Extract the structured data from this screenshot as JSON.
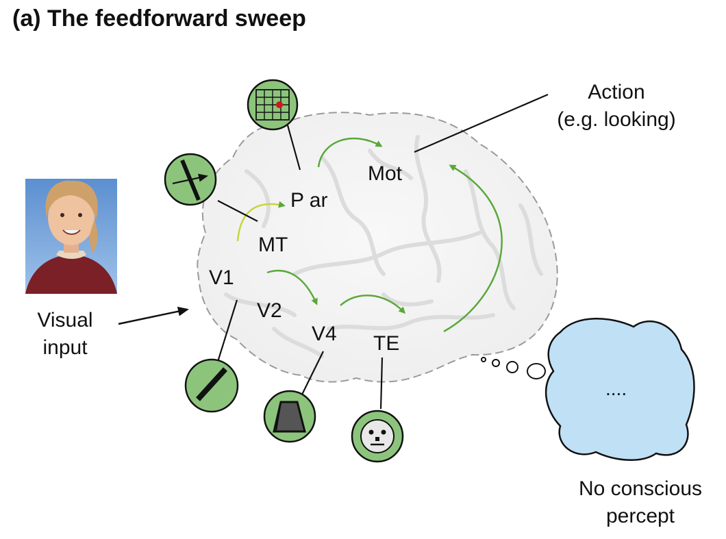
{
  "figure": {
    "title": "(a) The feedforward sweep",
    "regions": {
      "v1": "V1",
      "v2": "V2",
      "v4": "V4",
      "te": "TE",
      "mt": "MT",
      "par": "P ar",
      "mot": "Mot"
    },
    "input_label": [
      "Visual",
      "input"
    ],
    "action_label": [
      "Action",
      "(e.g. looking)"
    ],
    "outcome_label": [
      "No conscious",
      "percept"
    ],
    "thought_text": "....",
    "icons": [
      "grid-receptive-field-icon",
      "motion-bar-icon",
      "oriented-bar-icon",
      "trapezoid-shape-icon",
      "face-icon",
      "child-photo"
    ],
    "colors": {
      "arrow_green": "#5aa83a",
      "arrow_yellow": "#c6d63a",
      "icon_fill": "#8cc47c",
      "cloud_fill": "#bfe0f5"
    }
  }
}
